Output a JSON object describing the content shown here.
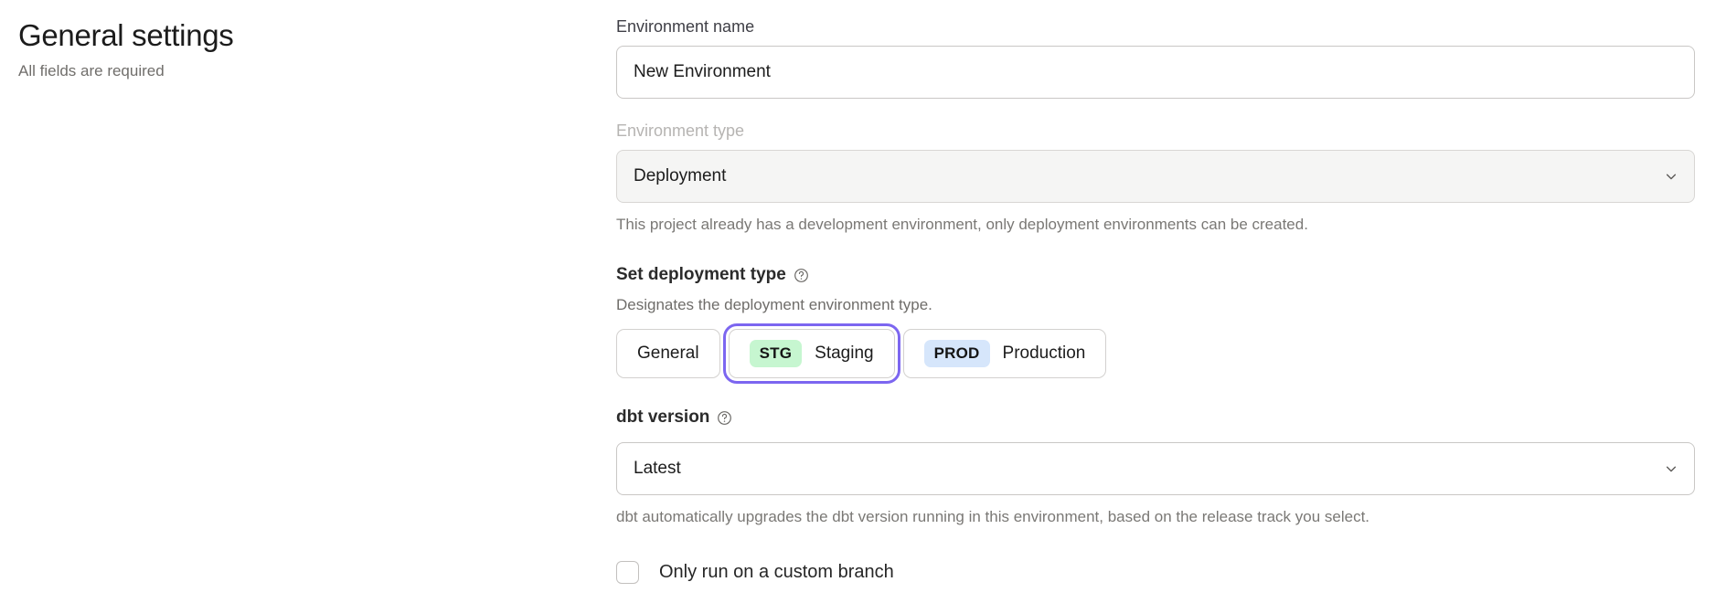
{
  "header": {
    "title": "General settings",
    "subtitle": "All fields are required"
  },
  "form": {
    "environment_name": {
      "label": "Environment name",
      "value": "New Environment",
      "placeholder": "New Environment"
    },
    "environment_type": {
      "label": "Environment type",
      "value": "Deployment",
      "disabled": true,
      "options": [
        "Deployment"
      ],
      "helper": "This project already has a development environment, only deployment environments can be created.",
      "chevron_icon": "chevron-down-icon"
    },
    "deployment_type": {
      "title": "Set deployment type",
      "help_icon": "help-circle-icon",
      "description": "Designates the deployment environment type.",
      "selected": "Staging",
      "options": [
        {
          "label": "General",
          "badge": null,
          "badge_color": null,
          "selected": false
        },
        {
          "label": "Staging",
          "badge": "STG",
          "badge_color": "#c6f6d0",
          "selected": true
        },
        {
          "label": "Production",
          "badge": "PROD",
          "badge_color": "#d6e6fb",
          "selected": false
        }
      ]
    },
    "dbt_version": {
      "label": "dbt version",
      "help_icon": "help-circle-icon",
      "value": "Latest",
      "options": [
        "Latest"
      ],
      "helper": "dbt automatically upgrades the dbt version running in this environment, based on the release track you select.",
      "chevron_icon": "chevron-down-icon"
    },
    "custom_branch": {
      "label": "Only run on a custom branch",
      "checked": false
    }
  },
  "colors": {
    "focus_ring": "#7c66f0",
    "staging_badge": "#c6f6d0",
    "production_badge": "#d6e6fb",
    "text_primary": "#1c1c1c",
    "text_muted": "#7a7875"
  }
}
